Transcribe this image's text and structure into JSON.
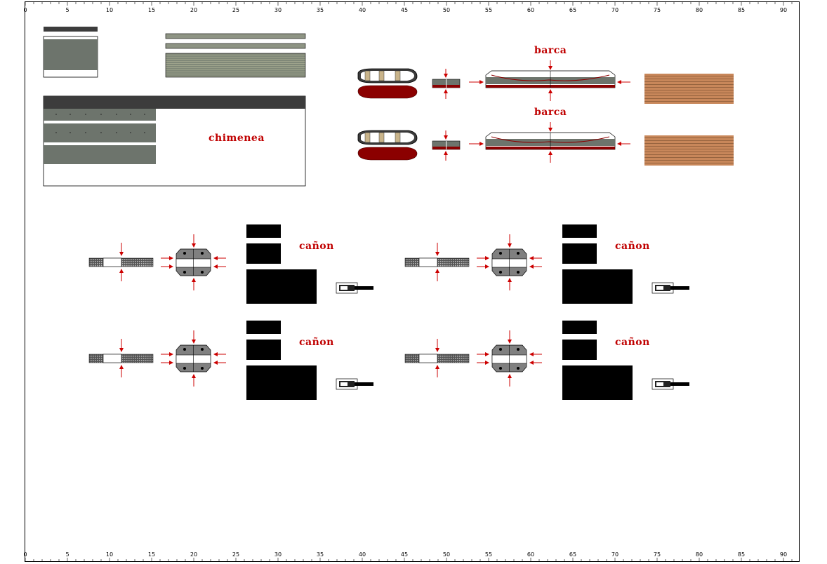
{
  "labels": {
    "chimney": "chimenea",
    "boat_top": "barca",
    "boat_bottom": "barca",
    "cannon_1": "cañon",
    "cannon_2": "cañon",
    "cannon_3": "cañon",
    "cannon_4": "cañon"
  },
  "ruler": {
    "numbers": [
      "0",
      "5",
      "10",
      "15",
      "20",
      "25",
      "30",
      "35",
      "40",
      "45",
      "50",
      "55",
      "60",
      "65",
      "70",
      "75",
      "80",
      "85",
      "90"
    ]
  },
  "colors": {
    "label_red": "#c00000",
    "hull_gray": "#6d746c",
    "dark_band": "#3c3c3c",
    "boat_red": "#8b0000",
    "wood": "#c8875a",
    "arrow_red": "#cc0000"
  }
}
